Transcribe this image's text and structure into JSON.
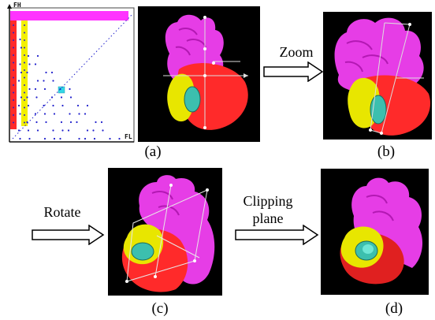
{
  "captions": {
    "a": "(a)",
    "b": "(b)",
    "c": "(c)",
    "d": "(d)"
  },
  "arrows": {
    "zoom": "Zoom",
    "rotate": "Rotate",
    "clip_line1": "Clipping",
    "clip_line2": "plane"
  },
  "plot": {
    "y_label": "FH",
    "x_label": "FL"
  },
  "colors": {
    "magenta": "#ff33ff",
    "red": "#ff2a2a",
    "yellow": "#f3f000",
    "cyan": "#33d7e6",
    "blue_dot": "#2020cc"
  }
}
